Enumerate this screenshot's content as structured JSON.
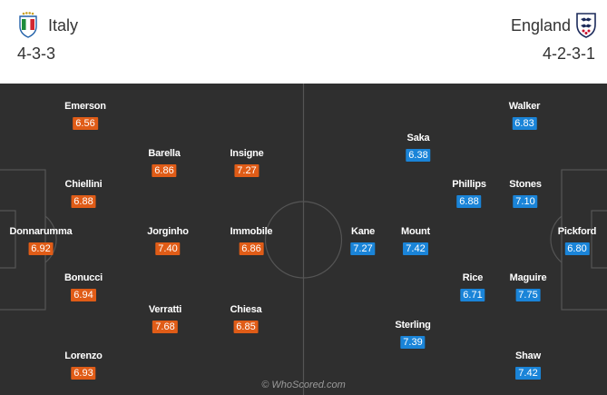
{
  "home": {
    "name": "Italy",
    "formation": "4-3-3",
    "crest": "italy-crest-icon",
    "color": "#e05c17",
    "players": [
      {
        "name": "Emerson",
        "rating": "6.56"
      },
      {
        "name": "Chiellini",
        "rating": "6.88"
      },
      {
        "name": "Donnarumma",
        "rating": "6.92"
      },
      {
        "name": "Bonucci",
        "rating": "6.94"
      },
      {
        "name": "Lorenzo",
        "rating": "6.93"
      },
      {
        "name": "Barella",
        "rating": "6.86"
      },
      {
        "name": "Jorginho",
        "rating": "7.40"
      },
      {
        "name": "Verratti",
        "rating": "7.68"
      },
      {
        "name": "Insigne",
        "rating": "7.27"
      },
      {
        "name": "Immobile",
        "rating": "6.86"
      },
      {
        "name": "Chiesa",
        "rating": "6.85"
      }
    ]
  },
  "away": {
    "name": "England",
    "formation": "4-2-3-1",
    "crest": "england-crest-icon",
    "color": "#1a84d8",
    "players": [
      {
        "name": "Walker",
        "rating": "6.83"
      },
      {
        "name": "Saka",
        "rating": "6.38"
      },
      {
        "name": "Phillips",
        "rating": "6.88"
      },
      {
        "name": "Stones",
        "rating": "7.10"
      },
      {
        "name": "Kane",
        "rating": "7.27"
      },
      {
        "name": "Mount",
        "rating": "7.42"
      },
      {
        "name": "Pickford",
        "rating": "6.80"
      },
      {
        "name": "Rice",
        "rating": "6.71"
      },
      {
        "name": "Maguire",
        "rating": "7.75"
      },
      {
        "name": "Sterling",
        "rating": "7.39"
      },
      {
        "name": "Shaw",
        "rating": "7.42"
      }
    ]
  },
  "credit": "© WhoScored.com"
}
